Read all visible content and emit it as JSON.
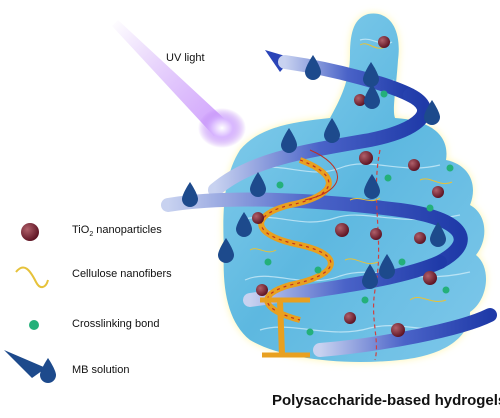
{
  "labels": {
    "uv_light": "UV light",
    "tio2_prefix": "TiO",
    "tio2_sub": "2",
    "tio2_suffix": " nanoparticles",
    "cellulose": "Cellulose nanofibers",
    "crosslinking": "Crosslinking bond",
    "mb_solution": "MB solution",
    "title": "Polysaccharide-based hydrogels"
  },
  "colors": {
    "uv_beam": "#b070f0",
    "hydrogel_blue": "#5db8e0",
    "ribbon_blue": "#2a44b8",
    "tio2_particle": "#6a1c2a",
    "fiber_yellow": "#e6c23a",
    "crosslink_green": "#24b07a",
    "drop_blue": "#1d4a8c",
    "glow": "#fff7b0"
  }
}
